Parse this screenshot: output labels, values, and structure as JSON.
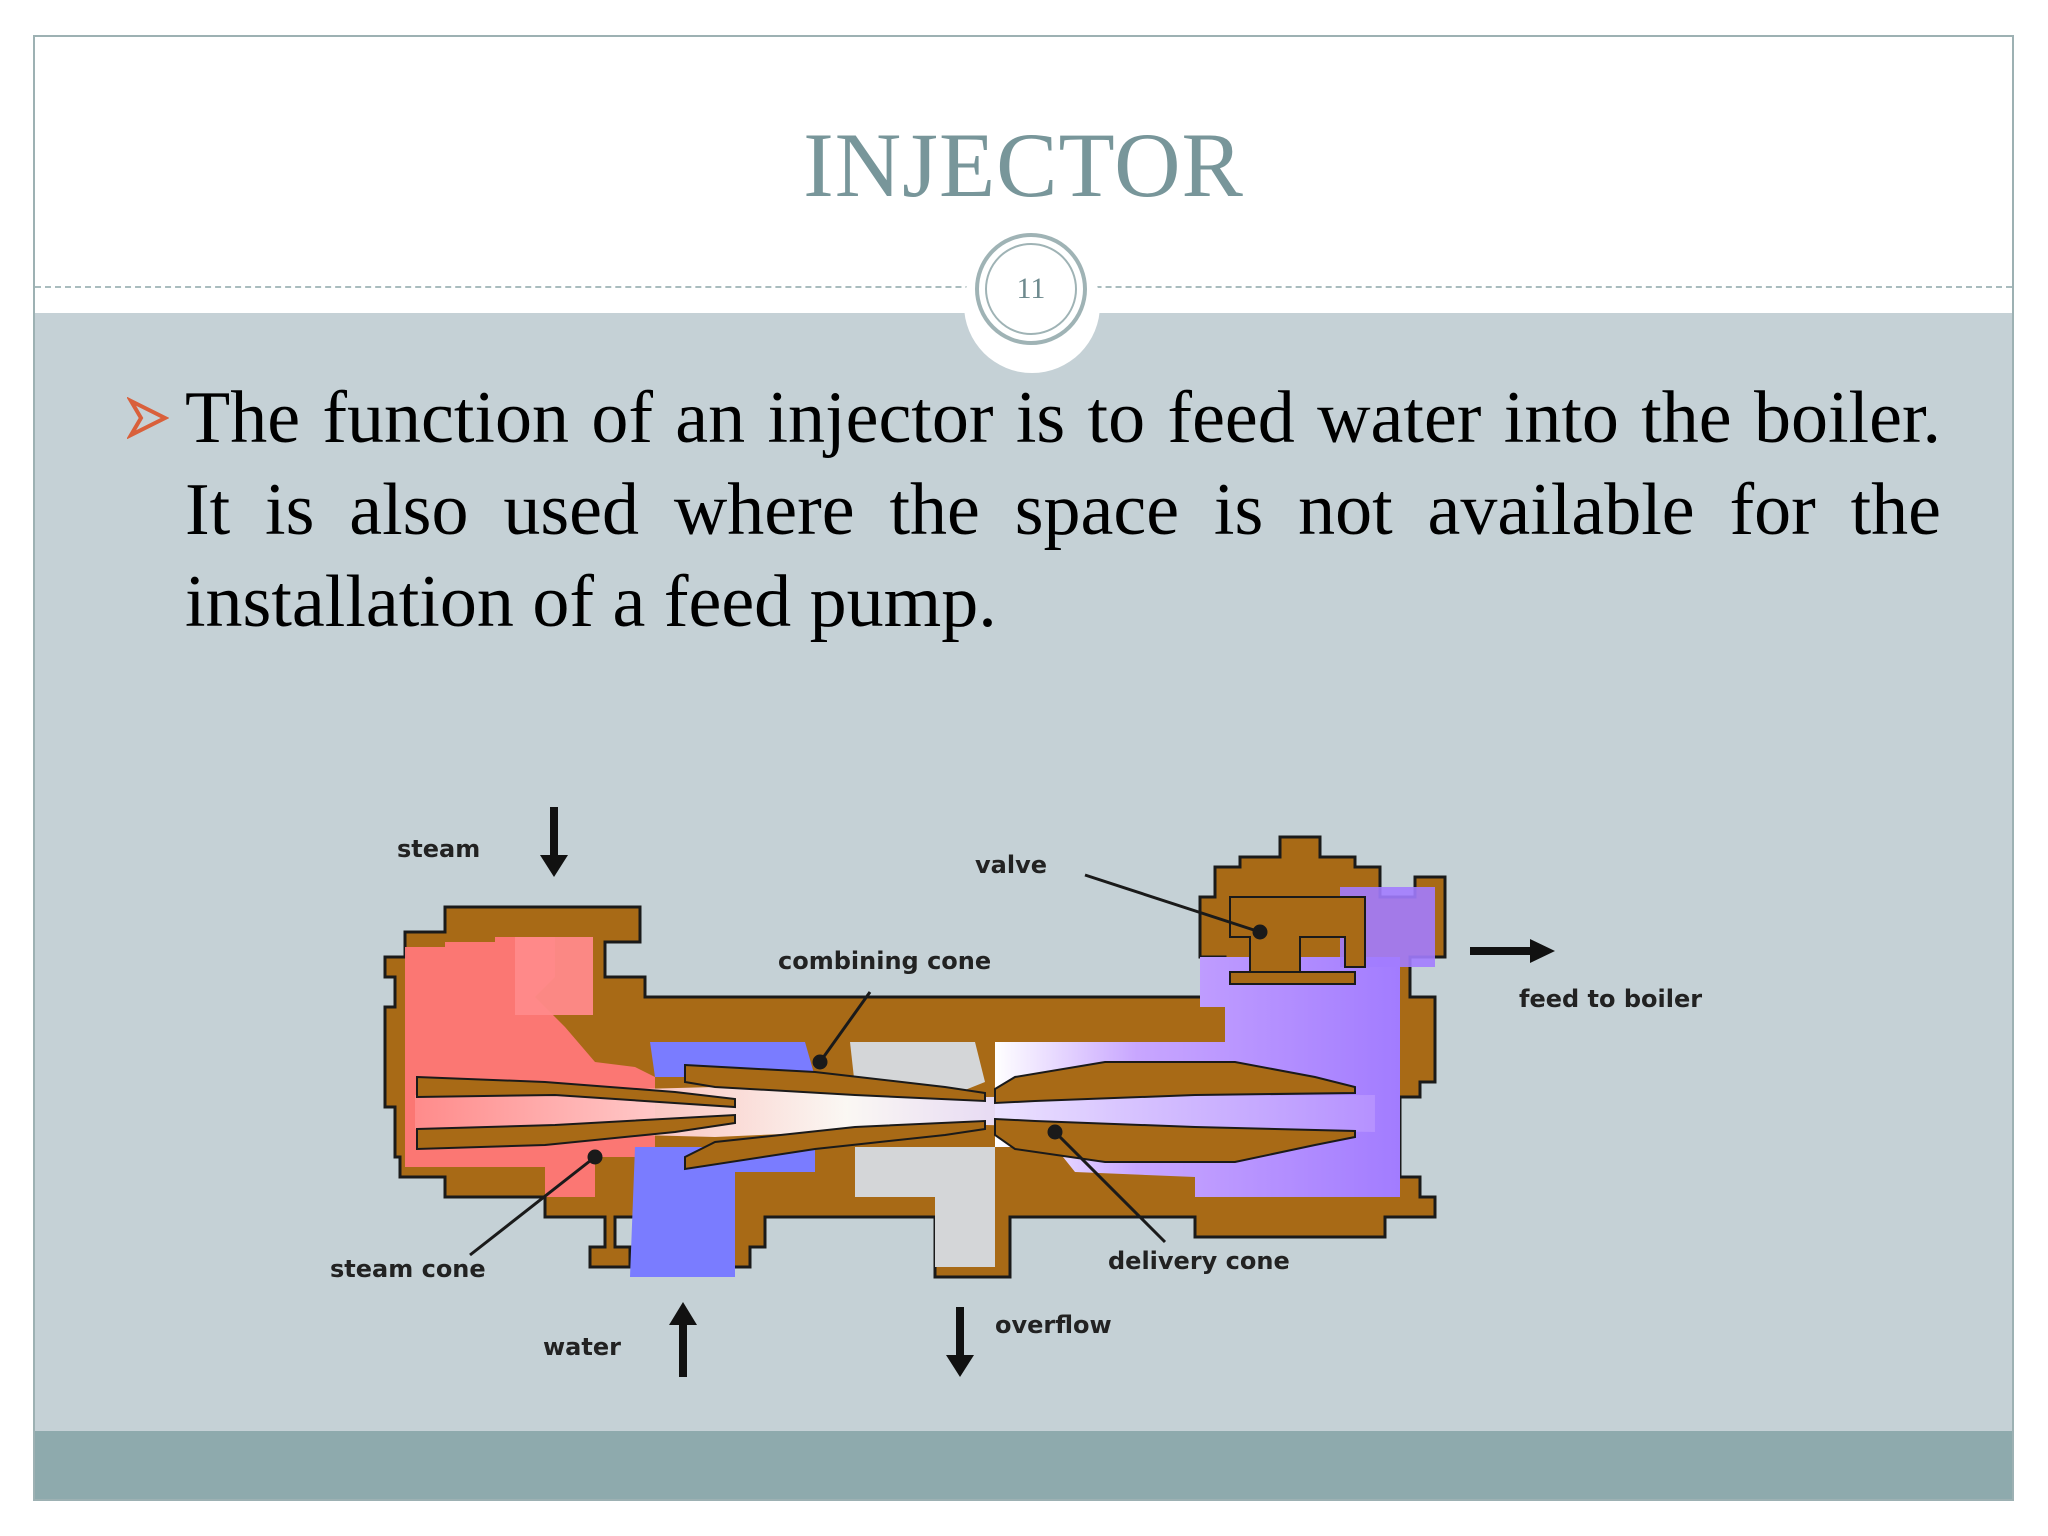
{
  "slide": {
    "title": "INJECTOR",
    "page_number": "11",
    "bullet_text": "The function of an injector is to feed water into the boiler. It is also used where the space is not available for the installation of a feed pump."
  },
  "diagram": {
    "labels": {
      "steam": "steam",
      "valve": "valve",
      "combining_cone": "combining cone",
      "feed_to_boiler": "feed to boiler",
      "steam_cone": "steam cone",
      "delivery_cone": "delivery cone",
      "water": "water",
      "overflow": "overflow"
    }
  },
  "colors": {
    "title": "#78969a",
    "panel": "#c5d1d6",
    "footer": "#8eaaad",
    "bullet": "#d9603b",
    "body_metal": "#a86a16",
    "steam": "#ff7878",
    "water": "#7a7cff",
    "feed": "#a27cff",
    "overflow": "#d4d6d8"
  }
}
